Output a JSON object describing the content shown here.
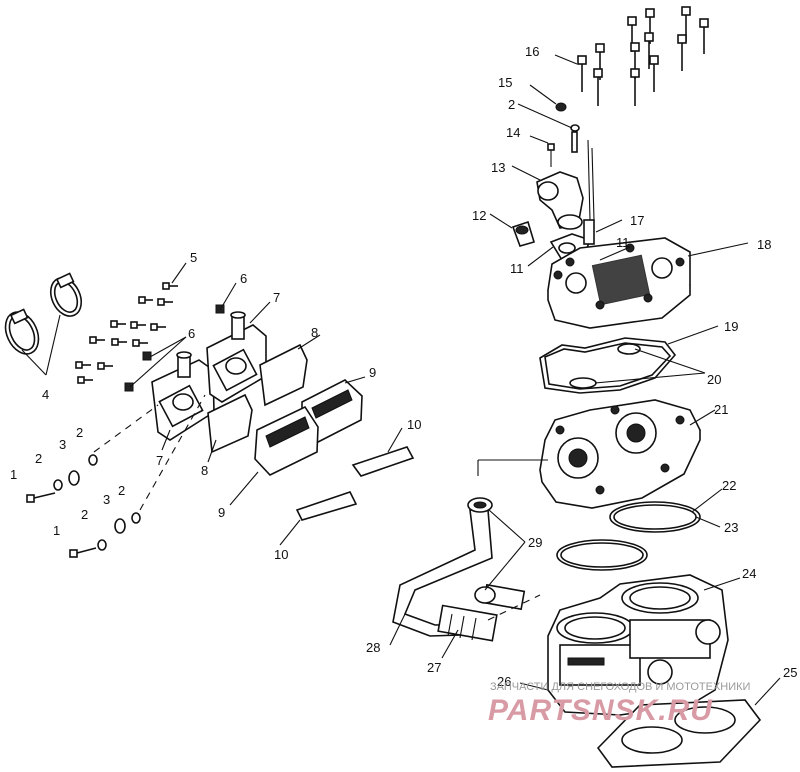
{
  "callouts": [
    "1",
    "1",
    "2",
    "2",
    "2",
    "2",
    "3",
    "3",
    "4",
    "5",
    "6",
    "6",
    "7",
    "7",
    "8",
    "8",
    "9",
    "9",
    "10",
    "10",
    "11",
    "11",
    "12",
    "13",
    "14",
    "15",
    "16",
    "17",
    "18",
    "19",
    "20",
    "21",
    "22",
    "23",
    "24",
    "25",
    "26",
    "27",
    "28",
    "29",
    "2"
  ],
  "watermark": {
    "top_text": "ЗАПЧАСТИ ДЛЯ СНЕГОХОДОВ И МОТОТЕХНИКИ",
    "brand_text": "PARTSNSK.RU"
  }
}
